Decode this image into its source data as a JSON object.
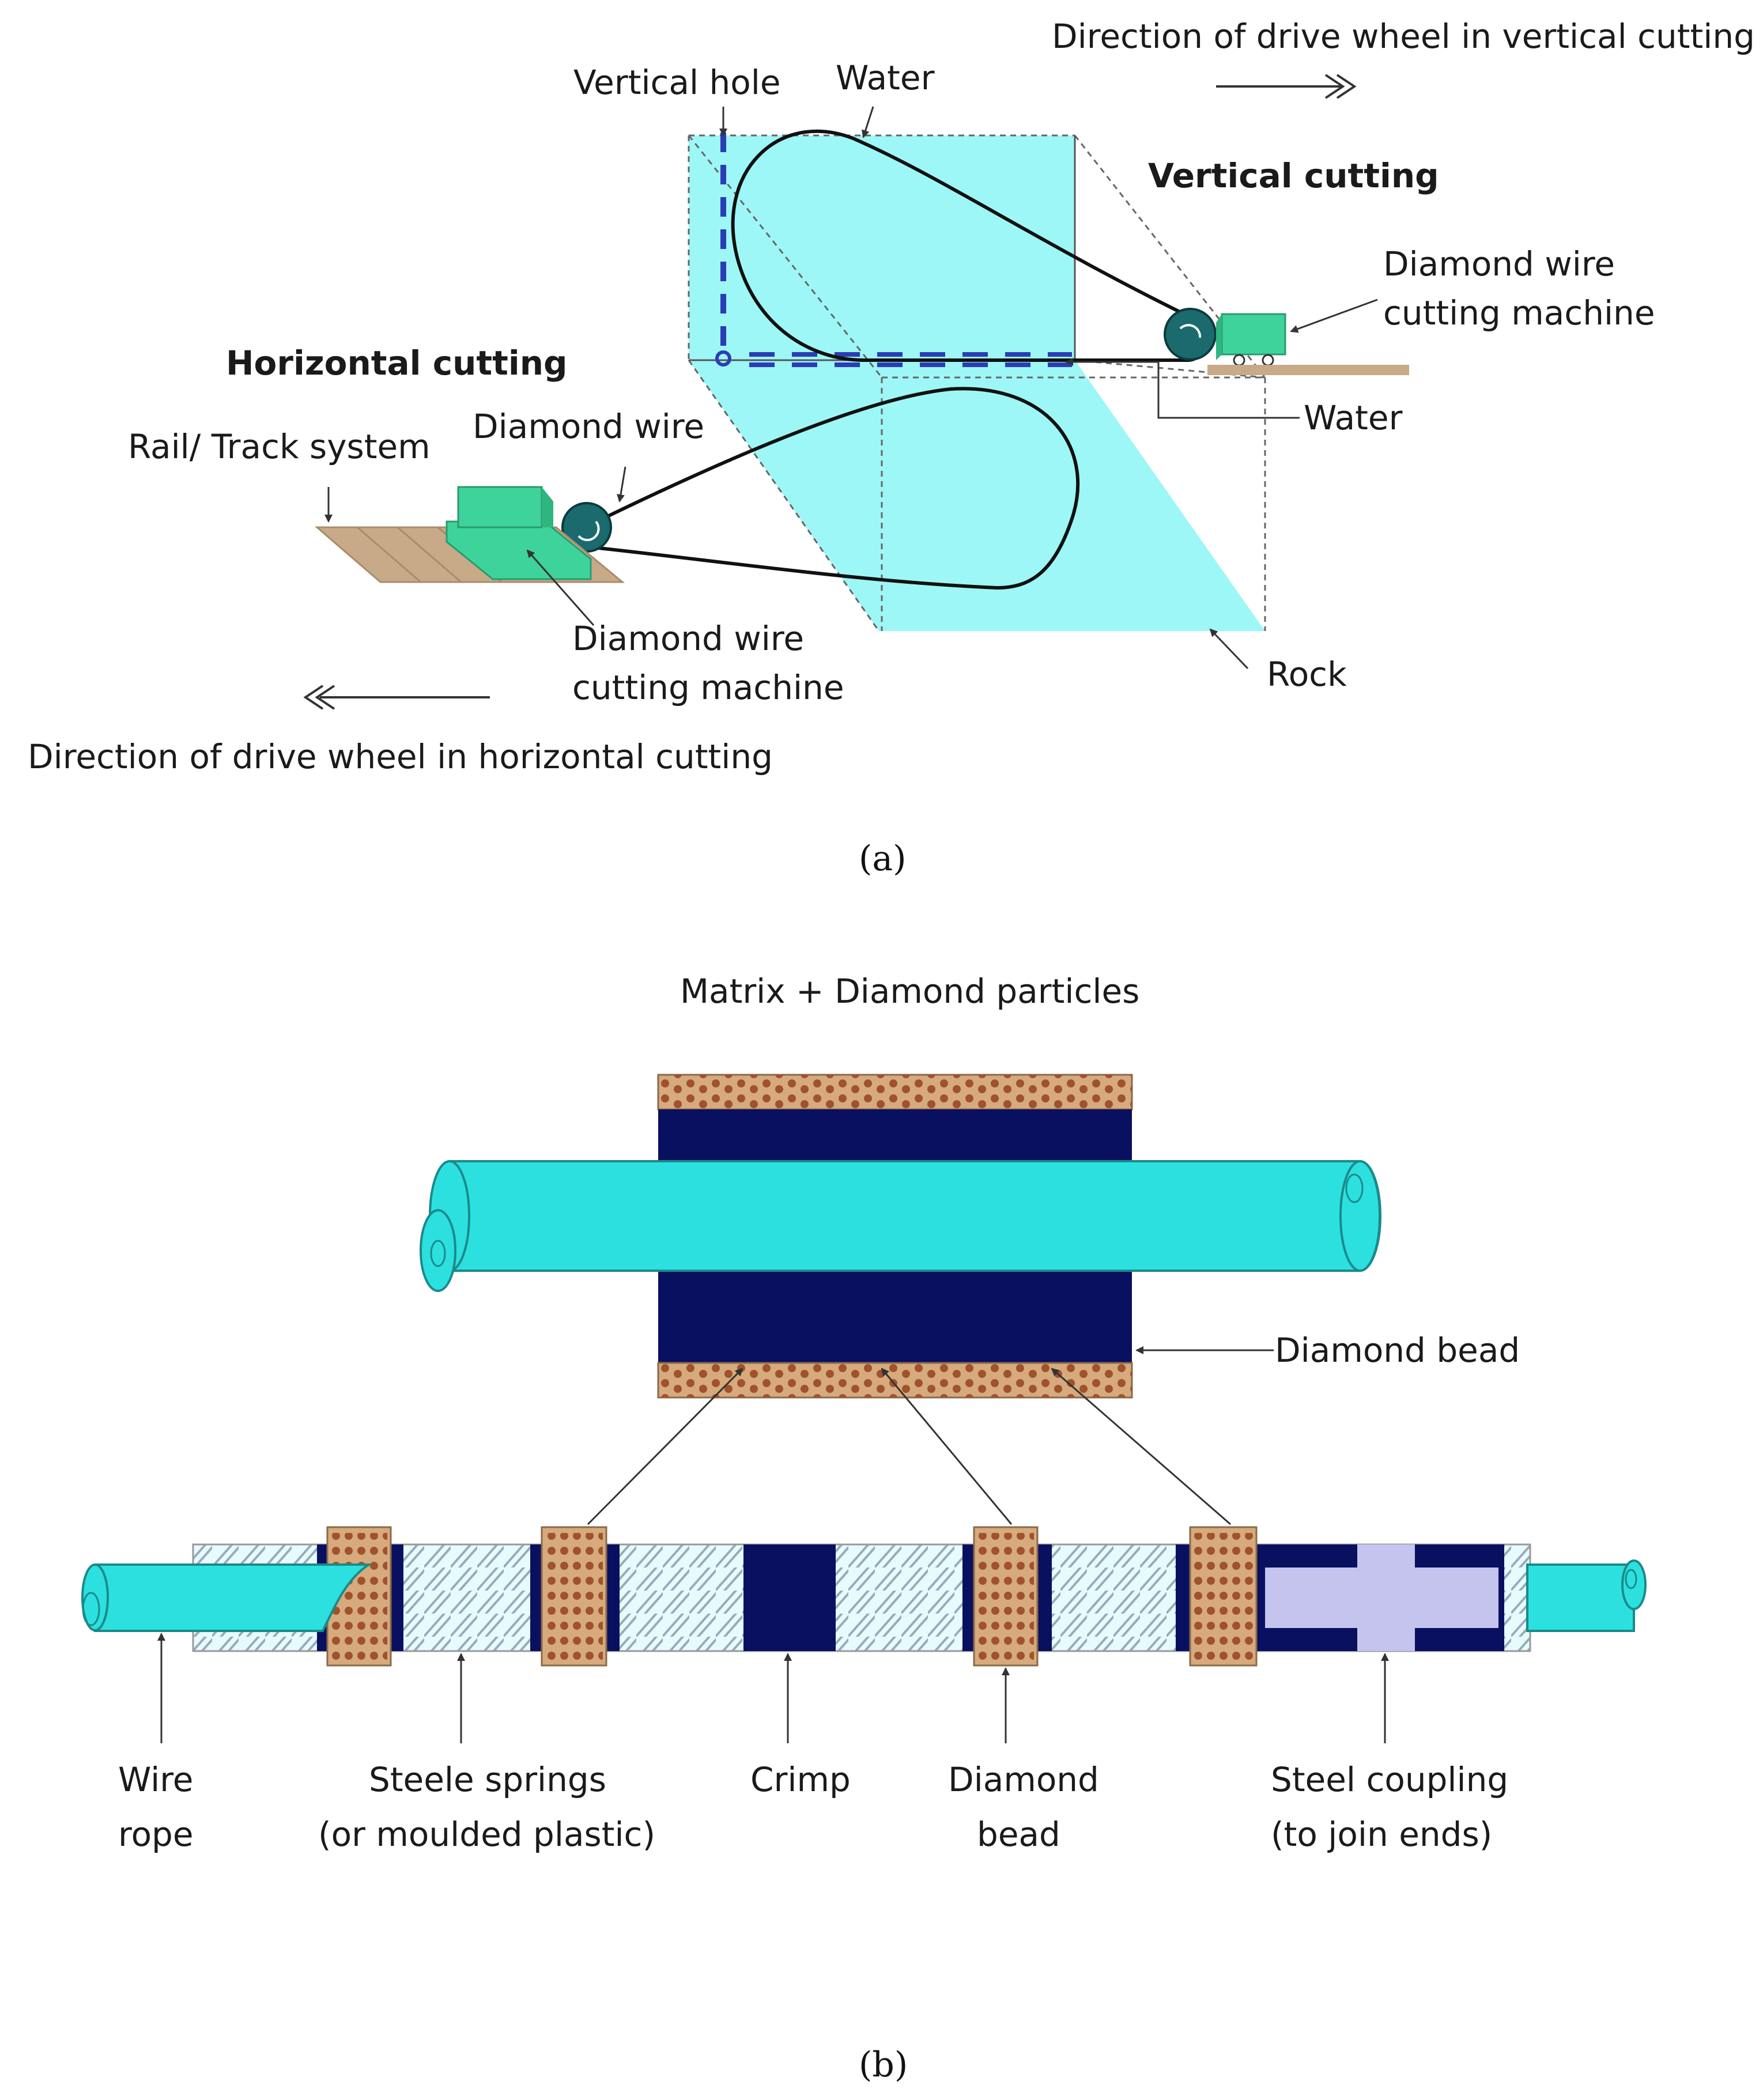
{
  "panel_a": {
    "caption": "(a)",
    "labels": {
      "direction_vertical": "Direction of drive wheel in vertical cutting",
      "vertical_hole": "Vertical hole",
      "water_top": "Water",
      "vertical_cutting": "Vertical cutting",
      "machine_right_1": "Diamond wire",
      "machine_right_2": "cutting machine",
      "horizontal_cutting": "Horizontal cutting",
      "water_right": "Water",
      "diamond_wire": "Diamond wire",
      "rail_track": "Rail/ Track system",
      "machine_left_1": "Diamond wire",
      "machine_left_2": "cutting machine",
      "rock": "Rock",
      "direction_horizontal": "Direction of drive wheel in horizontal cutting"
    },
    "colors": {
      "rock": "#9ef7f7",
      "machine": "#3ed39a",
      "hole": "#2b3db4",
      "wheel": "#1a6a6e",
      "rail": "#c8aa88"
    }
  },
  "panel_b": {
    "caption": "(b)",
    "title": "Matrix + Diamond particles",
    "bead_label": "Diamond bead",
    "bottom_labels": {
      "wire_rope_1": "Wire",
      "wire_rope_2": "rope",
      "springs_1": "Steele springs",
      "springs_2": "(or moulded plastic)",
      "crimp": "Crimp",
      "bead_1": "Diamond",
      "bead_2": "bead",
      "coupling_1": "Steel coupling",
      "coupling_2": "(to join ends)"
    },
    "colors": {
      "rope": "#2de0e0",
      "crimp": "#0a1060",
      "matrix": "#d6aa7c",
      "particle": "#a0522d",
      "spring": "#d9f7f7",
      "coupling": "#c4c4ee"
    }
  }
}
